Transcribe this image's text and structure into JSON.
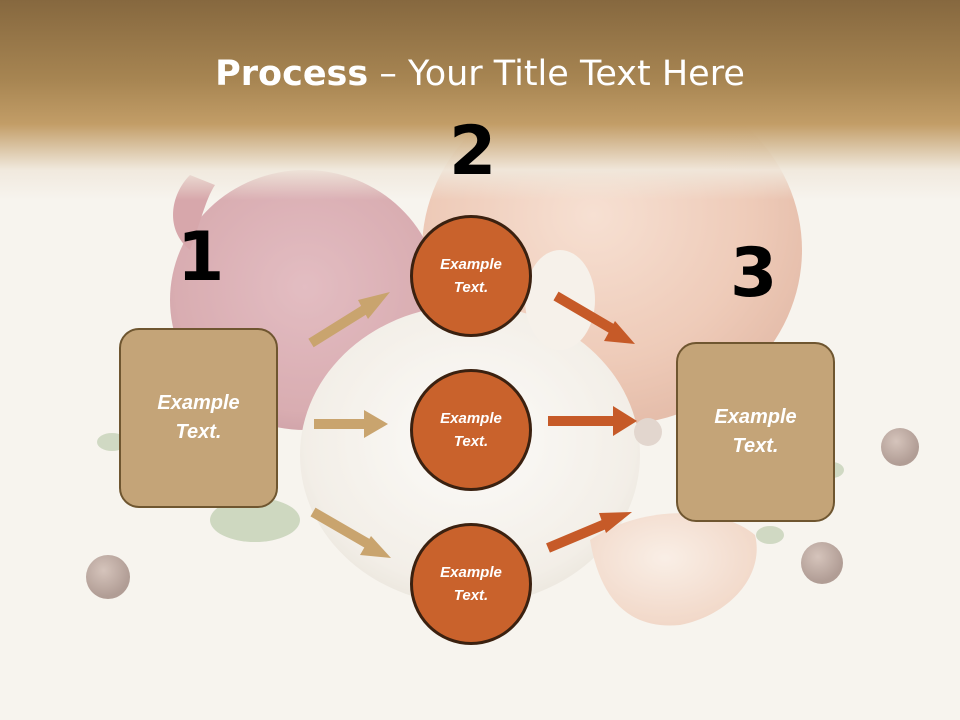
{
  "title": {
    "bold": "Process",
    "rest": " – Your Title Text Here"
  },
  "steps": {
    "one": "1",
    "two": "2",
    "three": "3"
  },
  "left_box": {
    "text": "Example Text."
  },
  "circles": [
    {
      "text": "Example Text."
    },
    {
      "text": "Example Text."
    },
    {
      "text": "Example Text."
    }
  ],
  "right_box": {
    "text": "Example Text."
  },
  "colors": {
    "box_fill": "#c4a478",
    "circle_fill": "#c9622c",
    "tan_arrow": "#c9a46e",
    "orange_arrow": "#c65a28"
  }
}
